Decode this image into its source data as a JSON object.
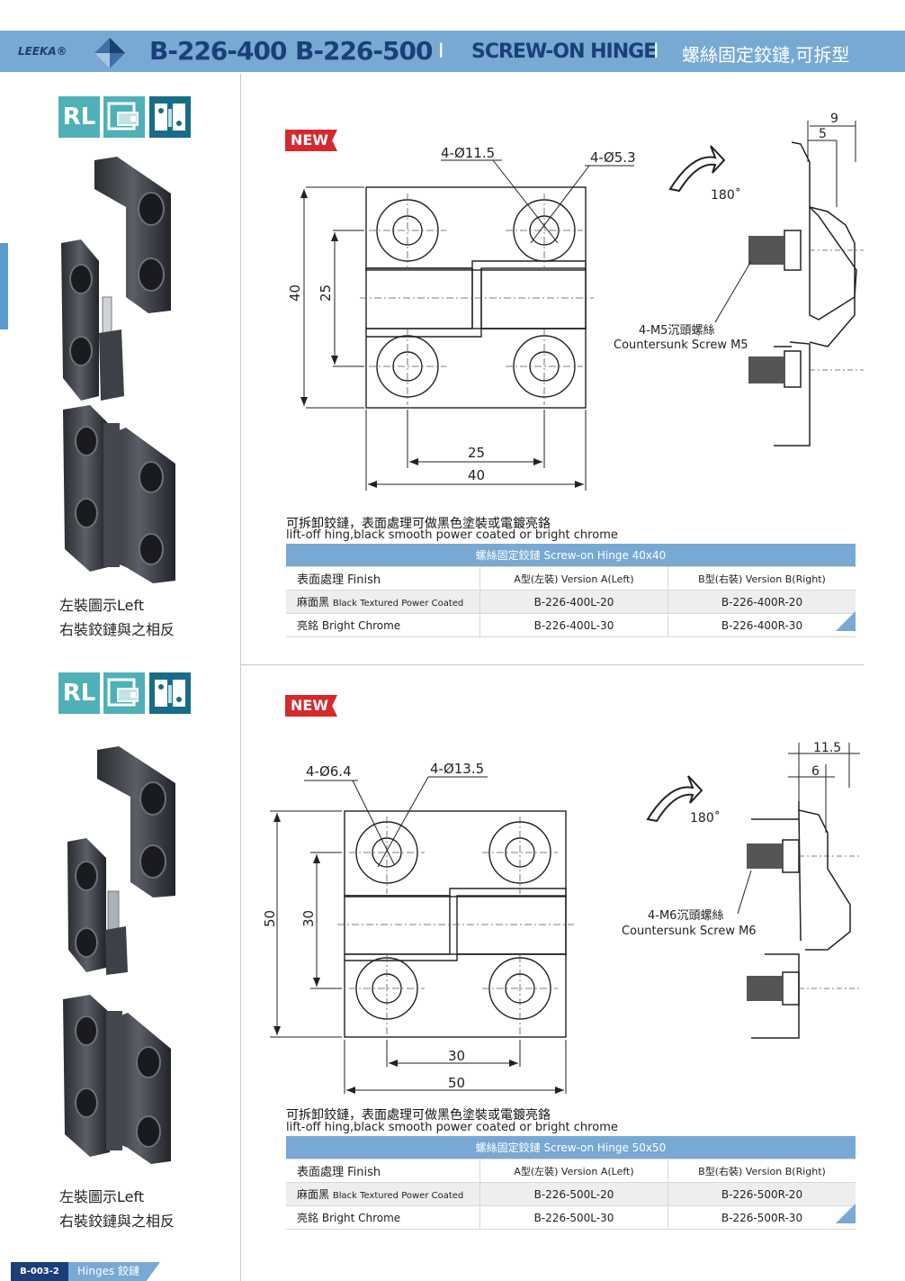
{
  "header": {
    "brand": "LEEKA®",
    "model_1": "B-226-400",
    "model_2": "B-226-500",
    "separator": "I",
    "title_en": "SCREW-ON HINGE",
    "title_cn": "螺絲固定鉸鏈,可拆型"
  },
  "badges": {
    "rl": "RL"
  },
  "new_label": "NEW",
  "left_note": {
    "line1": "左裝圖示Left",
    "line2": "右裝鉸鏈與之相反"
  },
  "section_400": {
    "dim_hole_small": "4-Ø11.5",
    "dim_hole_large": "4-Ø5.3",
    "dim_height": "40",
    "dim_height_inner": "25",
    "dim_width_inner": "25",
    "dim_width": "40",
    "dim_top_9": "9",
    "dim_top_5": "5",
    "angle": "180˚",
    "screw_cn": "4-M5沉頭螺絲",
    "screw_en": "Countersunk Screw M5",
    "caption_cn": "可拆卸鉸鏈，表面處理可做黑色塗裝或電鍍亮鉻",
    "caption_en": "lift-off hing,black smooth power coated or bright chrome",
    "table": {
      "title": "螺絲固定鉸鏈 Screw-on Hinge 40x40",
      "col1": "表面處理 Finish",
      "col2": "A型(左裝) Version A(Left)",
      "col3": "B型(右裝) Version B(Right)",
      "rows": [
        {
          "finish_cn": "麻面黑",
          "finish_en": "Black Textured Power Coated",
          "a": "B-226-400L-20",
          "b": "B-226-400R-20"
        },
        {
          "finish_cn": "亮銘",
          "finish_en": "Bright Chrome",
          "a": "B-226-400L-30",
          "b": "B-226-400R-30"
        }
      ]
    }
  },
  "section_500": {
    "dim_hole_small": "4-Ø6.4",
    "dim_hole_large": "4-Ø13.5",
    "dim_height": "50",
    "dim_height_inner": "30",
    "dim_width_inner": "30",
    "dim_width": "50",
    "dim_top_11": "11.5",
    "dim_top_6": "6",
    "angle": "180˚",
    "screw_cn": "4-M6沉頭螺絲",
    "screw_en": "Countersunk Screw M6",
    "caption_cn": "可拆卸鉸鏈，表面處理可做黑色塗裝或電鍍亮鉻",
    "caption_en": "lift-off hing,black smooth power coated or bright chrome",
    "table": {
      "title": "螺絲固定鉸鏈 Screw-on Hinge 50x50",
      "col1": "表面處理 Finish",
      "col2": "A型(左裝) Version A(Left)",
      "col3": "B型(右裝) Version B(Right)",
      "rows": [
        {
          "finish_cn": "麻面黑",
          "finish_en": "Black Textured Power Coated",
          "a": "B-226-500L-20",
          "b": "B-226-500R-20"
        },
        {
          "finish_cn": "亮銘",
          "finish_en": "Bright Chrome",
          "a": "B-226-500L-30",
          "b": "B-226-500R-30"
        }
      ]
    }
  },
  "footer": {
    "code": "B-003-2",
    "label": "Hinges 鉸鏈"
  },
  "colors": {
    "header_bg": "#77a9d3",
    "navy": "#1b3f78",
    "new_red": "#d7282e",
    "teal": "#4fb0b8"
  }
}
